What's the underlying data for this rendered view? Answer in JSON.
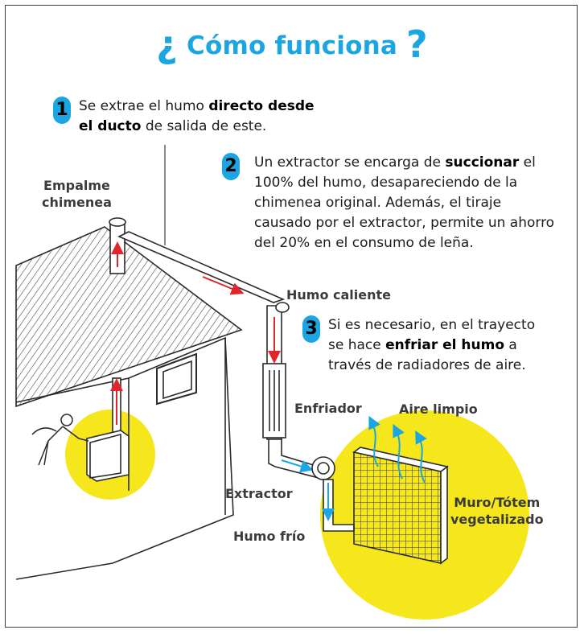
{
  "title": {
    "open": "¿",
    "text": "Cómo funciona",
    "close": "?"
  },
  "steps": [
    {
      "number": "1",
      "line1_a": "Se extrae el humo ",
      "line1_b": "directo desde",
      "line2_a": "el ducto",
      "line2_b": " de salida de este."
    },
    {
      "number": "2",
      "l1_a": "Un extractor se encarga de ",
      "l1_b": "succionar",
      "l1_c": " el",
      "l2": "100% del humo, desapareciendo de la",
      "l3": "chimenea original. Además, el tiraje",
      "l4": "causado por el extractor, permite un ahorro",
      "l5": "del 20% en el consumo de leña."
    },
    {
      "number": "3",
      "l1": "Si es necesario, en el trayecto",
      "l2_a": "se hace ",
      "l2_b": "enfriar el humo",
      "l2_c": " a",
      "l3": "través de radiadores de aire."
    }
  ],
  "labels": {
    "empalme_1": "Empalme",
    "empalme_2": "chimenea",
    "humo_caliente": "Humo caliente",
    "enfriador": "Enfriador",
    "aire_limpio": "Aire limpio",
    "extractor": "Extractor",
    "humo_frio": "Humo frío",
    "muro_1": "Muro/Tótem",
    "muro_2": "vegetalizado"
  },
  "colors": {
    "accent_blue": "#1ba6e3",
    "highlight_yellow": "#f6e61c",
    "arrow_red": "#e0262b",
    "line_gray": "#3a3a3a"
  }
}
